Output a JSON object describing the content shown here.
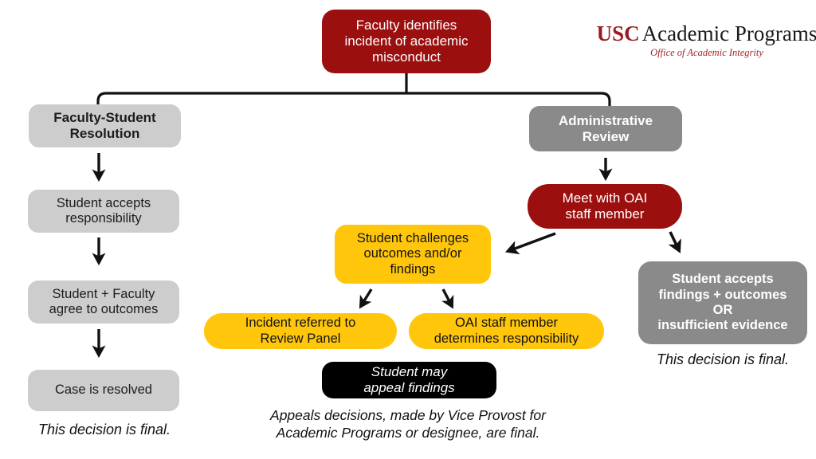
{
  "colors": {
    "cardinal_red": "#9B0F0F",
    "gold": "#FFC60B",
    "light_gray": "#CDCDCD",
    "dark_gray": "#8A8A8A",
    "black": "#000000",
    "logo_red": "#9A1C20",
    "background": "#FFFFFF"
  },
  "logo": {
    "usc": "USC",
    "title": "Academic Programs",
    "subtitle": "Office of Academic Integrity"
  },
  "nodes": {
    "start": {
      "label": "Faculty identifies\nincident of academic\nmisconduct"
    },
    "faculty_resolution": {
      "label": "Faculty-Student\nResolution"
    },
    "student_accepts": {
      "label": "Student accepts\nresponsibility"
    },
    "agree_outcomes": {
      "label": "Student + Faculty\nagree to outcomes"
    },
    "case_resolved": {
      "label": "Case is resolved"
    },
    "admin_review": {
      "label": "Administrative\nReview"
    },
    "meet_oai": {
      "label": "Meet with OAI\nstaff member"
    },
    "student_challenges": {
      "label": "Student challenges\noutcomes and/or\nfindings"
    },
    "review_panel": {
      "label": "Incident referred to\nReview Panel"
    },
    "oai_determines": {
      "label": "OAI staff member\ndetermines responsibility"
    },
    "student_appeal": {
      "label": "Student may\nappeal findings"
    },
    "accepts_findings": {
      "label": "Student accepts\nfindings + outcomes\nOR\ninsufficient evidence"
    }
  },
  "notes": {
    "left_final": "This decision is final.",
    "right_final": "This decision is final.",
    "appeals": "Appeals decisions, made by Vice Provost for\nAcademic Programs or designee, are final."
  }
}
